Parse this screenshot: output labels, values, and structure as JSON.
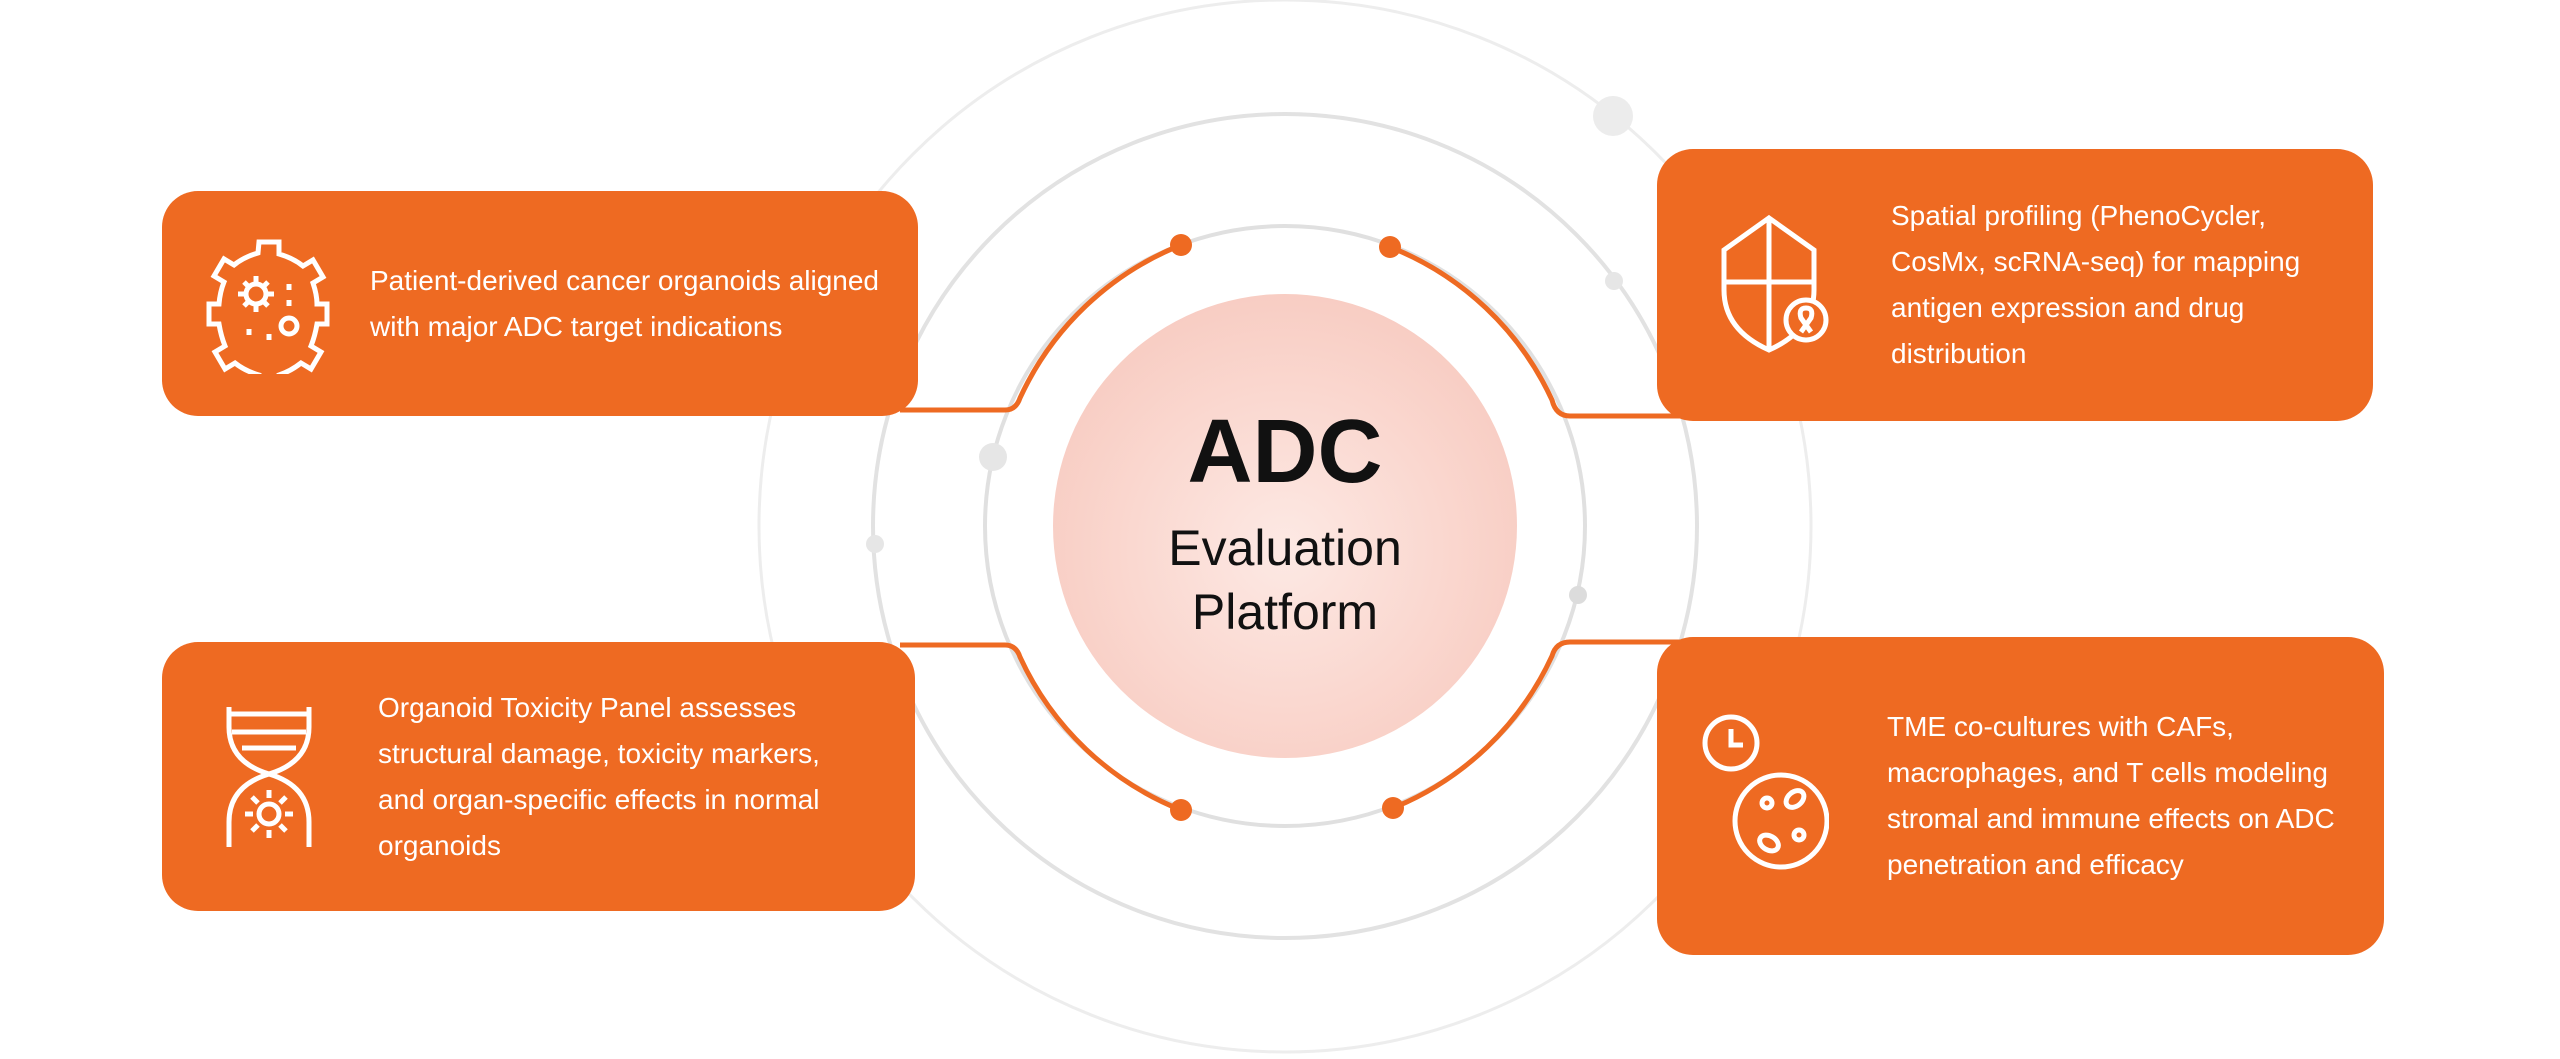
{
  "center": {
    "title": "ADC",
    "subtitle_line1": "Evaluation",
    "subtitle_line2": "Platform"
  },
  "cards": [
    {
      "icon": "organoid-cell-icon",
      "text": "Patient-derived cancer organoids aligned with major ADC target indications"
    },
    {
      "icon": "shield-ribbon-icon",
      "text": "Spatial profiling (PhenoCycler, CosMx, scRNA-seq) for mapping antigen expression and drug distribution"
    },
    {
      "icon": "dna-gear-icon",
      "text": "Organoid Toxicity Panel assesses structural damage, toxicity markers, and organ-specific effects in normal organoids"
    },
    {
      "icon": "clock-cell-icon",
      "text": "TME co-cultures with CAFs, macrophages, and T cells modeling stromal and immune effects on ADC penetration and efficacy"
    }
  ],
  "colors": {
    "accent": "#EE6A22",
    "ring": "#e3e3e3",
    "center": "#f8cfc5"
  }
}
